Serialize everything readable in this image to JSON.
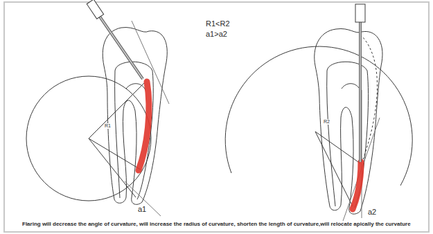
{
  "diagram": {
    "caption": "Flaring will decrease the angle of curvature, will increase the radius of curvature, shorten the length of curvature,will relocate apically the curvature",
    "labels": [
      "R1<R2",
      "a1>a2",
      "R1",
      "a1",
      "R2",
      "a2"
    ]
  }
}
